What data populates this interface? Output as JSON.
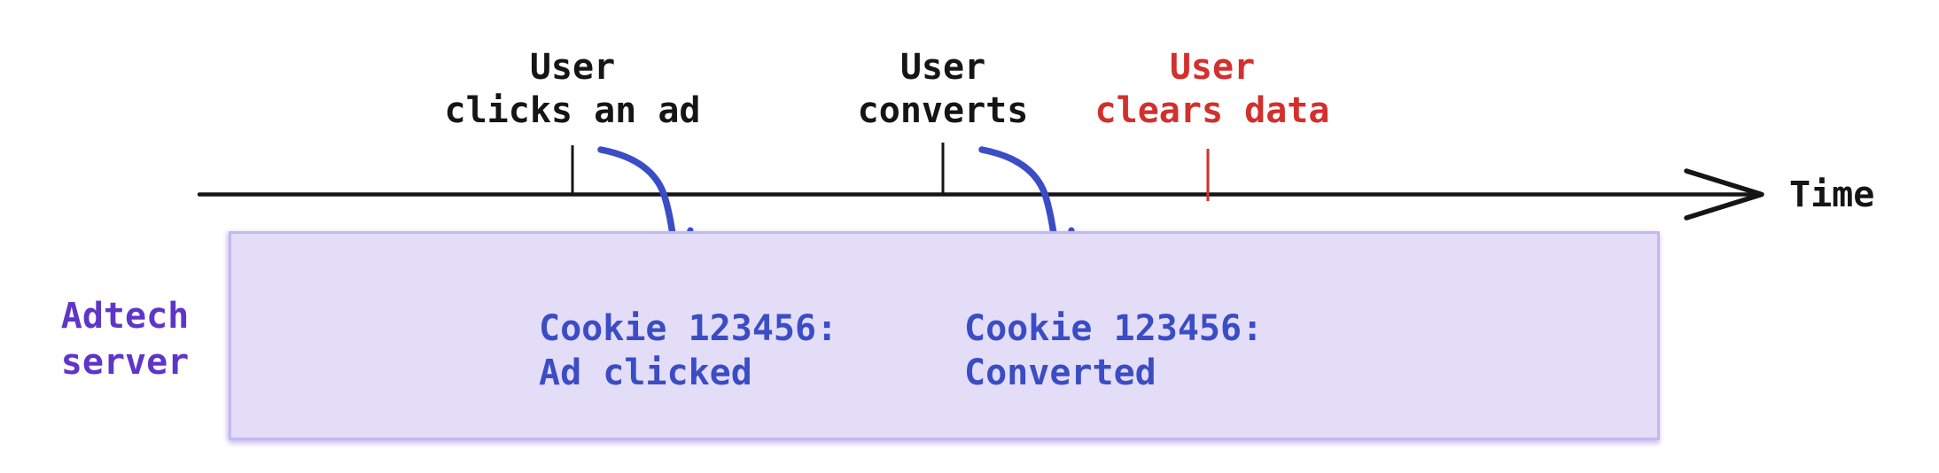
{
  "colors": {
    "ink_black": "#151515",
    "ink_red": "#d2302d",
    "ink_blue": "#3b4dc5",
    "ink_purple": "#5f35c8",
    "box_fill": "#e3ddf8",
    "box_border": "#c5b8f0"
  },
  "timeline": {
    "axis_label": "Time",
    "events": [
      {
        "line1": "User",
        "line2": "clicks an ad"
      },
      {
        "line1": "User",
        "line2": "converts"
      },
      {
        "line1": "User",
        "line2": "clears data"
      }
    ]
  },
  "adtech": {
    "label_line1": "Adtech",
    "label_line2": "server",
    "records": [
      {
        "line1": "Cookie 123456:",
        "line2": "Ad clicked"
      },
      {
        "line1": "Cookie 123456:",
        "line2": "Converted"
      }
    ]
  }
}
